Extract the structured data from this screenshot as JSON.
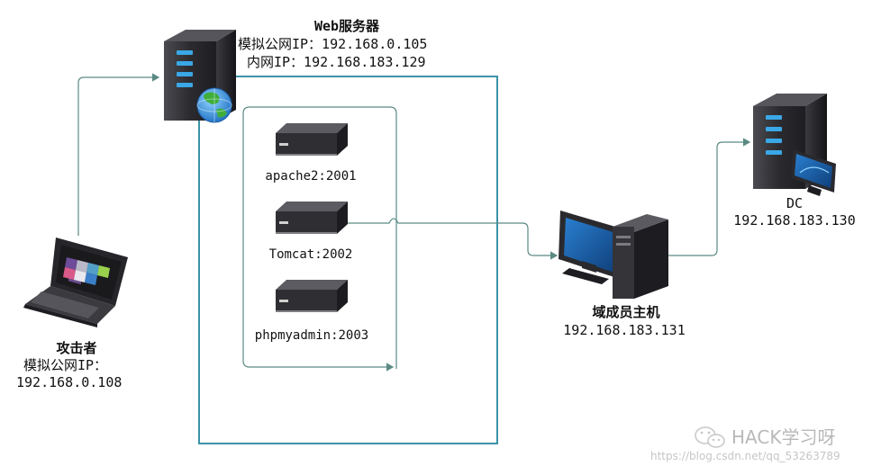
{
  "web_server": {
    "title": "Web服务器",
    "public_ip": "模拟公网IP：192.168.0.105",
    "internal_ip": "内网IP：192.168.183.129"
  },
  "services": [
    {
      "label": "apache2:2001"
    },
    {
      "label": "Tomcat:2002"
    },
    {
      "label": "phpmyadmin:2003"
    }
  ],
  "attacker": {
    "title": "攻击者",
    "ip_label": "模拟公网IP：",
    "ip": "192.168.0.108"
  },
  "domain_host": {
    "title": "域成员主机",
    "ip": "192.168.183.131"
  },
  "dc": {
    "title": "DC",
    "ip": "192.168.183.130"
  },
  "watermark": {
    "brand": "HACK学习呀",
    "url": "https://blog.csdn.net/qq_53263789"
  },
  "colors": {
    "connector": "#5b8a84",
    "zone_border": "#3b93a8",
    "server_body": "#2f2f33",
    "server_led": "#3aa7e6",
    "monitor_screen": "#1b5fa8"
  }
}
